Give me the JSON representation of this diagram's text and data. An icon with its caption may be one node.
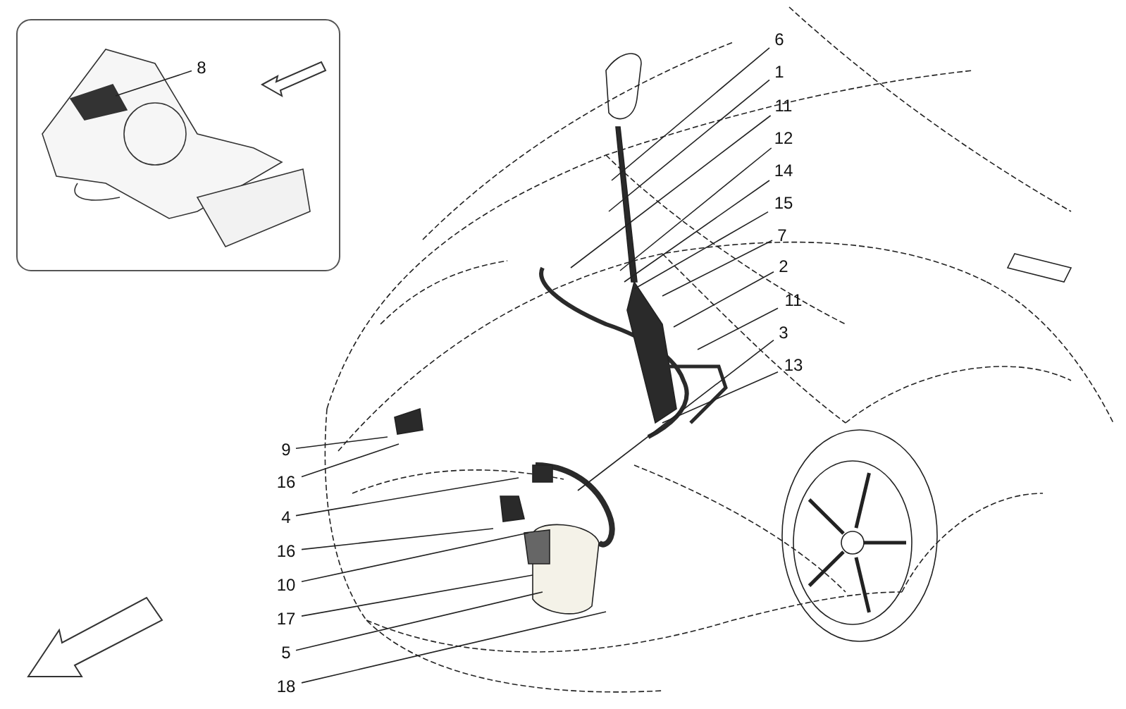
{
  "diagram": {
    "nodes": [
      {
        "text": [
          "8"
        ]
      },
      {
        "text": [
          "6"
        ]
      },
      {
        "text": [
          "1"
        ]
      },
      {
        "text": [
          "11"
        ]
      },
      {
        "text": [
          "12"
        ]
      },
      {
        "text": [
          "14"
        ]
      },
      {
        "text": [
          "15"
        ]
      },
      {
        "text": [
          "7"
        ]
      },
      {
        "text": [
          "2"
        ]
      },
      {
        "text": [
          "11"
        ]
      },
      {
        "text": [
          "3"
        ]
      },
      {
        "text": [
          "13"
        ]
      },
      {
        "text": [
          "9"
        ]
      },
      {
        "text": [
          "16"
        ]
      },
      {
        "text": [
          "4"
        ]
      },
      {
        "text": [
          "16"
        ]
      },
      {
        "text": [
          "10"
        ]
      },
      {
        "text": [
          "17"
        ]
      },
      {
        "text": [
          "5"
        ]
      },
      {
        "text": [
          "18"
        ]
      }
    ],
    "edges": [
      {
        "from": 0,
        "to": null,
        "arrow": "none"
      },
      {
        "from": 1,
        "to": null,
        "arrow": "none"
      },
      {
        "from": 2,
        "to": null,
        "arrow": "none"
      },
      {
        "from": 3,
        "to": null,
        "arrow": "none"
      },
      {
        "from": 4,
        "to": null,
        "arrow": "none"
      },
      {
        "from": 5,
        "to": null,
        "arrow": "none"
      },
      {
        "from": 6,
        "to": null,
        "arrow": "none"
      },
      {
        "from": 7,
        "to": null,
        "arrow": "none"
      },
      {
        "from": 8,
        "to": null,
        "arrow": "none"
      },
      {
        "from": 9,
        "to": null,
        "arrow": "none"
      },
      {
        "from": 10,
        "to": null,
        "arrow": "none"
      },
      {
        "from": 11,
        "to": null,
        "arrow": "none"
      },
      {
        "from": 12,
        "to": null,
        "arrow": "none"
      },
      {
        "from": 13,
        "to": null,
        "arrow": "none"
      },
      {
        "from": 14,
        "to": null,
        "arrow": "none"
      },
      {
        "from": 15,
        "to": null,
        "arrow": "none"
      },
      {
        "from": 16,
        "to": null,
        "arrow": "none"
      },
      {
        "from": 17,
        "to": null,
        "arrow": "none"
      },
      {
        "from": 18,
        "to": null,
        "arrow": "none"
      },
      {
        "from": 19,
        "to": null,
        "arrow": "none"
      }
    ]
  }
}
